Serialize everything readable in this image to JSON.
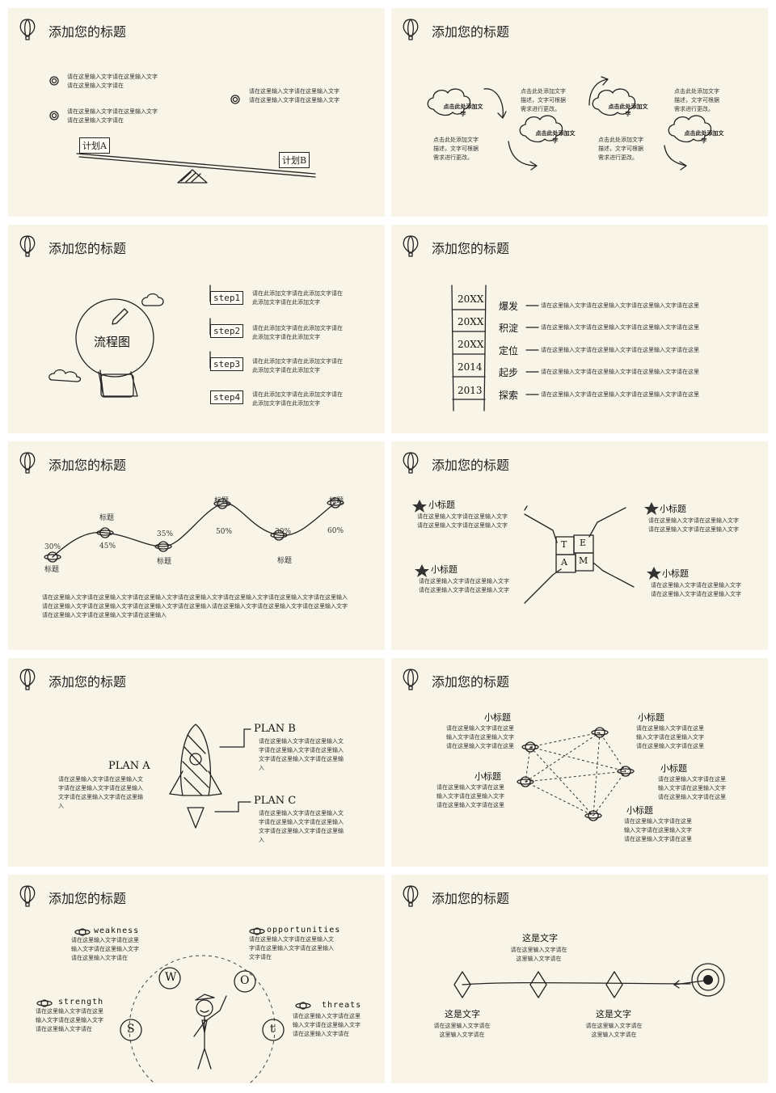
{
  "slide_title": "添加您的标题",
  "s1": {
    "texts": [
      "请在这里输入文字请在这里输入文字请在这里输入文字请在",
      "请在这里输入文字请在这里输入文字请在这里输入文字请在",
      "请在这里输入文字请在这里输入文字请在这里输入文字请在这里输入文字"
    ],
    "planA": "计划A",
    "planB": "计划B"
  },
  "s2": {
    "cloud_label": "点击此处添加文字",
    "desc": "点击此处添加文字描述，文字可根据需求进行更改。"
  },
  "s3": {
    "center": "流程图",
    "steps": [
      "step1",
      "step2",
      "step3",
      "step4"
    ],
    "step_text": "请在此添加文字请在此添加文字请在此添加文字请在此添加文字"
  },
  "s4": {
    "years": [
      "20XX",
      "20XX",
      "20XX",
      "2014",
      "2013"
    ],
    "labels": [
      "爆发",
      "积淀",
      "定位",
      "起步",
      "探索"
    ],
    "line_text": "请在这里输入文字请在这里输入文字请在这里输入文字请在这里"
  },
  "s5": {
    "points": [
      {
        "label": "标题",
        "value": "30%"
      },
      {
        "label": "标题",
        "value": "45%"
      },
      {
        "label": "标题",
        "value": "35%"
      },
      {
        "label": "标题",
        "value": "50%"
      },
      {
        "label": "标题",
        "value": "30%"
      },
      {
        "label": "标题",
        "value": "60%"
      }
    ],
    "body": "请在这里输入文字请在这里输入文字请在这里输入文字请在这里输入文字请在这里输入文字请在这里输入文字请在这里输入请在这里输入文字请在这里输入文字请在这里输入文字请在这里输入请在这里输入文字请在这里输入文字请在这里输入文字请在这里输入文字请在这里输入文字请在这里输入"
  },
  "s6": {
    "subtitle": "小标题",
    "text": "请在这里输入文字请在这里输入文字请在这里输入文字请在这里输入文字",
    "puzzle": [
      "T",
      "E",
      "A",
      "M"
    ]
  },
  "s7": {
    "planA": "PLAN A",
    "planB": "PLAN B",
    "planC": "PLAN C",
    "text": "请在这里输入文字请在这里输入文字请在这里输入文字请在这里输入文字请在这里输入文字请在这里输入"
  },
  "s8": {
    "subtitle": "小标题",
    "text": "请在这里输入文字请在这里输入文字请在这里输入文字请在这里输入文字请在这里"
  },
  "s9": {
    "weakness": "weakness",
    "opportunities": "opportunities",
    "strength": "strength",
    "threats": "threats",
    "letters": [
      "W",
      "O",
      "S",
      "t"
    ],
    "text": "请在这里输入文字请在这里输入文字请在这里输入文字请在这里输入文字请在"
  },
  "s10": {
    "label": "这是文字",
    "text": "请在这里输入文字请在这里输入文字请在"
  }
}
